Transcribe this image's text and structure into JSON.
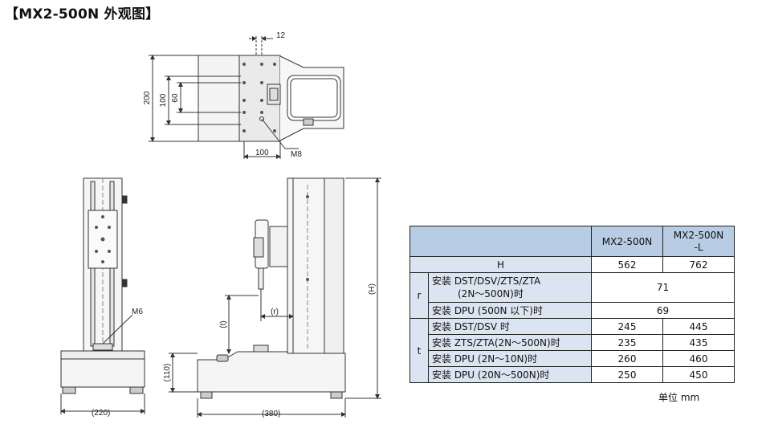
{
  "title": "【MX2-500N 外观图】",
  "top_view": {
    "dim_12": "12",
    "dim_200": "200",
    "dim_100_v": "100",
    "dim_60": "60",
    "dim_100_h": "100",
    "bolt": "M8"
  },
  "front_view": {
    "bolt": "M6",
    "dim_width": "(220)"
  },
  "side_view": {
    "dim_depth": "(380)",
    "dim_base": "(110)",
    "dim_t": "(t)",
    "dim_r": "(r)",
    "dim_H": "(H)"
  },
  "table": {
    "col_headers": [
      "MX2-500N",
      "MX2-500N\n-L"
    ],
    "rows": [
      {
        "group": "",
        "label": "H",
        "values": [
          "562",
          "762"
        ]
      },
      {
        "group": "r",
        "label": "安装 DST/DSV/ZTS/ZTA\n(2N～500N)时",
        "merged": "71"
      },
      {
        "group": "r",
        "label": "安装 DPU (500N 以下)时",
        "merged": "69"
      },
      {
        "group": "t",
        "label": "安装 DST/DSV 时",
        "values": [
          "245",
          "445"
        ]
      },
      {
        "group": "t",
        "label": "安装 ZTS/ZTA(2N～500N)时",
        "values": [
          "235",
          "435"
        ]
      },
      {
        "group": "t",
        "label": "安装 DPU (2N～10N)时",
        "values": [
          "260",
          "460"
        ]
      },
      {
        "group": "t",
        "label": "安装 DPU (20N～500N)时",
        "values": [
          "250",
          "450"
        ]
      }
    ],
    "labels": {
      "H": "H",
      "r": "r",
      "t": "t",
      "r1a": "安装 DST/DSV/ZTS/ZTA",
      "r1b": "(2N～500N)时",
      "r2": "安装 DPU (500N 以下)时",
      "t1": "安装 DST/DSV 时",
      "t2": "安装 ZTS/ZTA(2N～500N)时",
      "t3": "安装 DPU (2N～10N)时",
      "t4": "安装 DPU (20N～500N)时",
      "hdr1": "MX2-500N",
      "hdr2a": "MX2-500N",
      "hdr2b": "-L",
      "vH1": "562",
      "vH2": "762",
      "vr1": "71",
      "vr2": "69",
      "vt1a": "245",
      "vt1b": "445",
      "vt2a": "235",
      "vt2b": "435",
      "vt3a": "260",
      "vt3b": "460",
      "vt4a": "250",
      "vt4b": "450"
    }
  },
  "unit": "单位 mm"
}
